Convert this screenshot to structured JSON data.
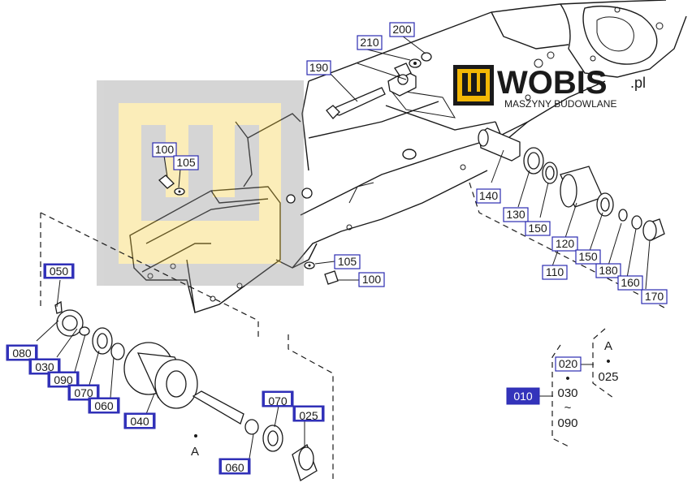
{
  "brand": {
    "name": "WOBIS",
    "suffix": ".pl",
    "tagline": "MASZYNY BUDOWLANE",
    "accent_color": "#f2b705",
    "dark_color": "#1a1a1a"
  },
  "labels": {
    "l190": "190",
    "l200": "200",
    "l210": "210",
    "l100a": "100",
    "l105a": "105",
    "l105b": "105",
    "l100b": "100",
    "l140": "140",
    "l130": "130",
    "l150a": "150",
    "l120": "120",
    "l150b": "150",
    "l180": "180",
    "l110": "110",
    "l160": "160",
    "l170": "170",
    "l050": "050",
    "l080": "080",
    "l030": "030",
    "l090": "090",
    "l070a": "070",
    "l060a": "060",
    "l040": "040",
    "l070b": "070",
    "l025": "025",
    "l060b": "060",
    "l010": "010",
    "l020": "020"
  },
  "legend": {
    "ref_a_bottom": "A",
    "ref_a_right": "A",
    "bullet": "•",
    "item_025": "025",
    "item_030": "030",
    "tilde": "~",
    "item_090": "090"
  }
}
